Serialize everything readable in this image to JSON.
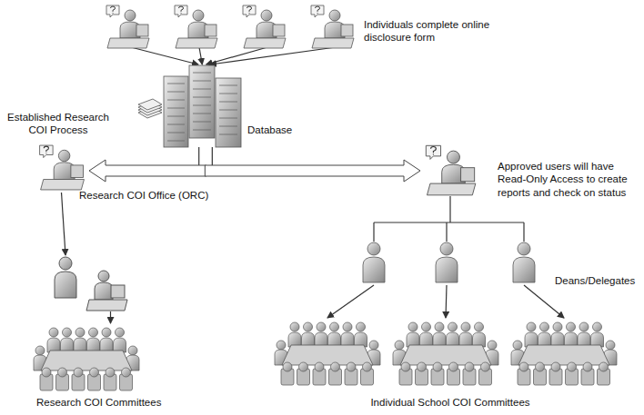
{
  "diagram": {
    "nodes": [
      {
        "text": [
          "Individuals complete online disclosure form"
        ]
      },
      {
        "text": [
          "Database"
        ]
      },
      {
        "text": [
          "Established Research COI Process",
          "Research COI Office (ORC)"
        ]
      },
      {
        "text": [
          "Approved users will have Read-Only Access to create reports and check on status"
        ]
      },
      {
        "text": [
          "Deans/Delegates"
        ]
      },
      {
        "text": [
          "Research COI Committees"
        ]
      },
      {
        "text": [
          "Individual School COI Committees"
        ]
      }
    ],
    "edges": [
      {
        "from": 0,
        "to": 1,
        "arrow": "to"
      },
      {
        "from": 1,
        "to": 2,
        "arrow": "to"
      },
      {
        "from": 1,
        "to": 3,
        "arrow": "to"
      },
      {
        "from": 3,
        "to": 4,
        "arrow": "none"
      },
      {
        "from": 4,
        "to": 6,
        "arrow": "to"
      },
      {
        "from": 2,
        "to": 5,
        "arrow": "to"
      }
    ]
  }
}
